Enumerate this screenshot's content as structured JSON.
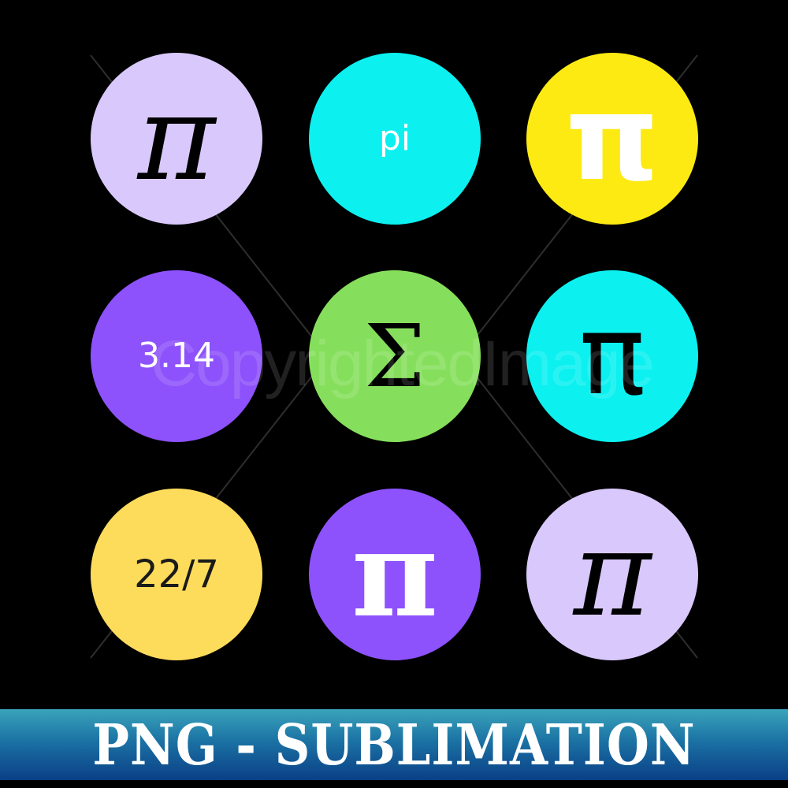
{
  "grid": {
    "circles": [
      {
        "label": "π",
        "bg": "#d9c8fb",
        "fg": "#000000",
        "style": "serif-pi"
      },
      {
        "label": "pi",
        "bg": "#0cf0f0",
        "fg": "#ffffff",
        "style": "sans-text"
      },
      {
        "label": "π",
        "bg": "#fdea13",
        "fg": "#ffffff",
        "style": "bold-sans-pi"
      },
      {
        "label": "3.14",
        "bg": "#8d52fb",
        "fg": "#ffffff",
        "style": "sans-text"
      },
      {
        "label": "Σ",
        "bg": "#86df5c",
        "fg": "#000000",
        "style": "serif-sigma"
      },
      {
        "label": "π",
        "bg": "#0cf0f0",
        "fg": "#000000",
        "style": "thin-pi"
      },
      {
        "label": "22/7",
        "bg": "#fedc5b",
        "fg": "#1a1a1a",
        "style": "sans-text"
      },
      {
        "label": "π",
        "bg": "#8d52fb",
        "fg": "#ffffff",
        "style": "bold-serif-pi"
      },
      {
        "label": "π",
        "bg": "#d9c8fb",
        "fg": "#000000",
        "style": "serif-pi"
      }
    ]
  },
  "watermark": {
    "text": "CopyrightedImage"
  },
  "banner": {
    "text": "PNG - SUBLIMATION"
  }
}
